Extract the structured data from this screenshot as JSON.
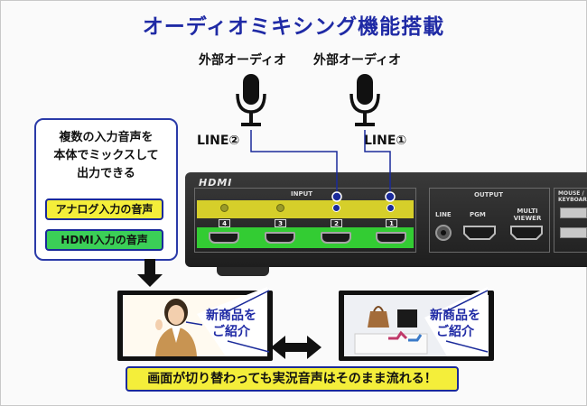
{
  "title": "オーディオミキシング機能搭載",
  "mics": [
    {
      "label": "外部オーディオ",
      "line": "LINE②"
    },
    {
      "label": "外部オーディオ",
      "line": "LINE①"
    }
  ],
  "callout": {
    "lines": [
      "複数の入力音声を",
      "本体でミックスして",
      "出力できる"
    ],
    "analog_tag": "アナログ入力の音声",
    "hdmi_tag": "HDMI入力の音声"
  },
  "device": {
    "logo": "HDMI",
    "input_title": "INPUT",
    "port_numbers": [
      "4",
      "3",
      "2",
      "1"
    ],
    "output_title": "OUTPUT",
    "output_labels": [
      "LINE",
      "PGM",
      "MULTI VIEWER"
    ],
    "mouse_label": "MOUSE / KEYBOARD"
  },
  "screens": [
    {
      "bubble": [
        "新商品を",
        "ご紹介"
      ]
    },
    {
      "bubble": [
        "新商品を",
        "ご紹介"
      ]
    }
  ],
  "caption": "画面が切り替わっても実況音声はそのまま流れる！",
  "colors": {
    "title": "#1f2aa5",
    "analog_yellow": "#f4ee3a",
    "hdmi_green": "#3bcf57",
    "border_blue": "#1a2a9a"
  }
}
